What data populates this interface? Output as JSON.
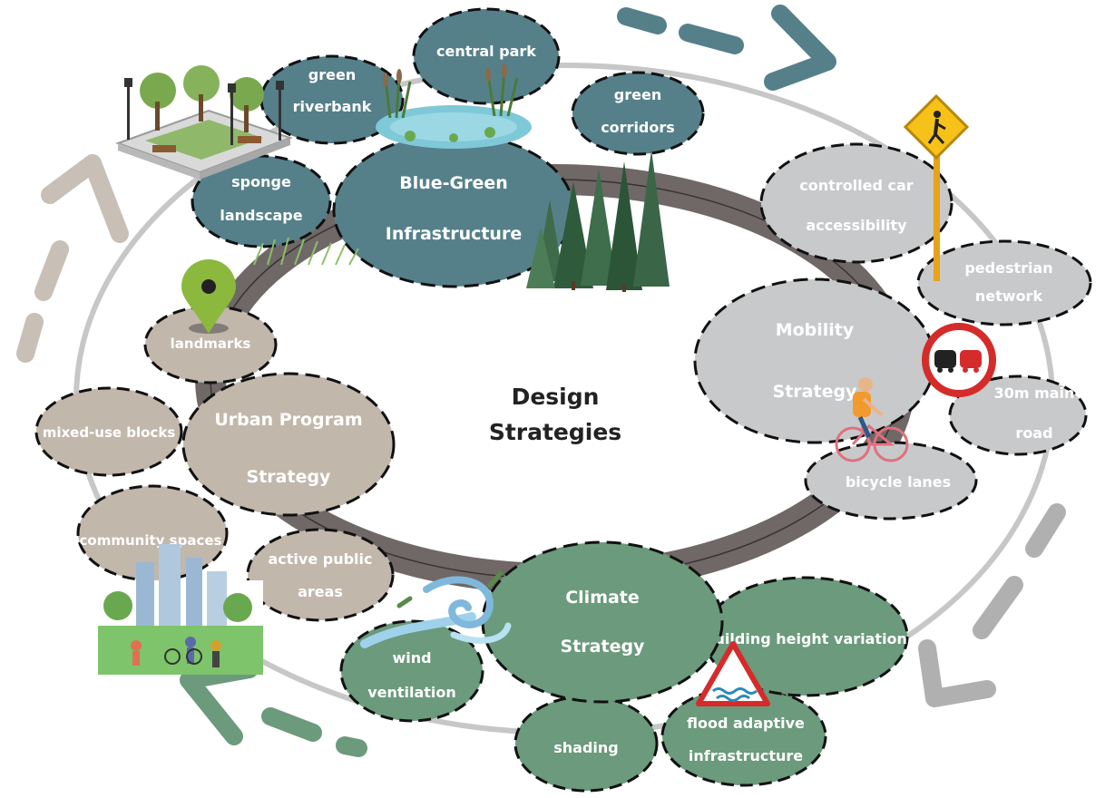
{
  "center": {
    "line1": "Design",
    "line2": "Strategies"
  },
  "colors": {
    "blue_green": "#55808a",
    "mobility": "#c8c9ca",
    "urban": "#c2b7ab",
    "climate": "#6b9a7c",
    "ring": "#6f6866",
    "outer_ring": "#c7c7c7",
    "arrow_blue": "#55808a",
    "arrow_grey": "#b0b0b0",
    "arrow_beige": "#c8bfb6",
    "arrow_green": "#6b9a7c"
  },
  "strategies": {
    "blue_green": {
      "line1": "Blue-Green",
      "line2": "Infrastructure"
    },
    "mobility": {
      "line1": "Mobility",
      "line2": "Strategy"
    },
    "urban": {
      "line1": "Urban Program",
      "line2": "Strategy"
    },
    "climate": {
      "line1": "Climate",
      "line2": "Strategy"
    }
  },
  "subnodes": {
    "green_riverbank": {
      "line1": "green",
      "line2": "riverbank"
    },
    "central_park": {
      "line1": "central park"
    },
    "green_corridors": {
      "line1": "green",
      "line2": "corridors"
    },
    "sponge_landscape": {
      "line1": "sponge",
      "line2": "landscape"
    },
    "controlled_car": {
      "line1": "controlled car",
      "line2": "accessibility"
    },
    "pedestrian_network": {
      "line1": "pedestrian",
      "line2": "network"
    },
    "main_road": {
      "line1": "30m main",
      "line2": "road"
    },
    "bicycle_lanes": {
      "line1": "bicycle lanes"
    },
    "landmarks": {
      "line1": "landmarks"
    },
    "mixed_use": {
      "line1": "mixed-use blocks"
    },
    "community_spaces": {
      "line1": "community spaces"
    },
    "active_public": {
      "line1": "active public",
      "line2": "areas"
    },
    "wind_ventilation": {
      "line1": "wind",
      "line2": "ventilation"
    },
    "shading": {
      "line1": "shading"
    },
    "building_height": {
      "line1": "building height variation"
    },
    "flood_adaptive": {
      "line1": "flood adaptive",
      "line2": "infrastructure"
    }
  },
  "icons": [
    "park-icon",
    "pond-icon",
    "forest-icon",
    "grass-icon",
    "pedestrian-sign-icon",
    "no-overtaking-sign-icon",
    "cyclist-icon",
    "location-pin-icon",
    "city-park-icon",
    "wind-icon",
    "flood-warning-icon"
  ]
}
